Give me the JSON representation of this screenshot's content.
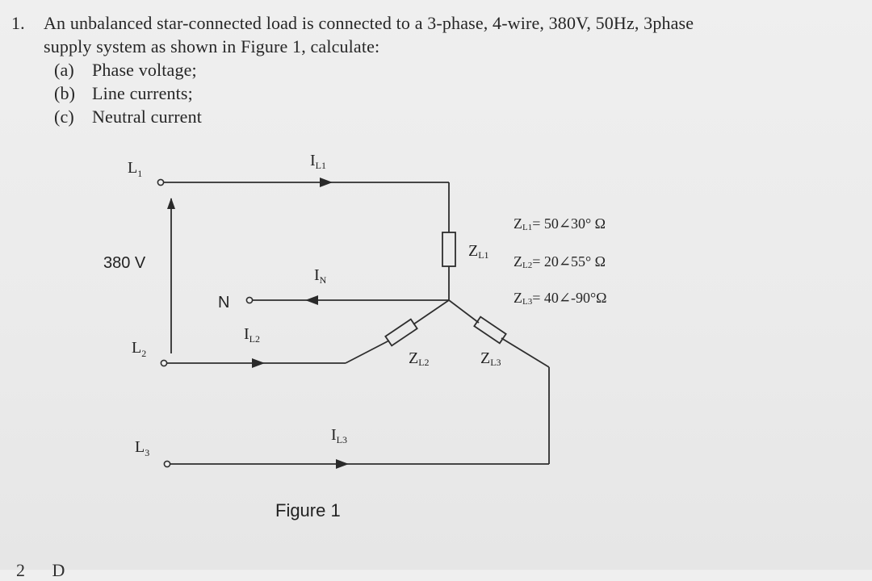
{
  "question": {
    "number": "1.",
    "line1": "An unbalanced star-connected load is connected to a 3-phase, 4-wire, 380V, 50Hz, 3phase",
    "line2": "supply system as shown in Figure 1, calculate:",
    "items": [
      {
        "letter": "(a)",
        "text": "Phase voltage;"
      },
      {
        "letter": "(b)",
        "text": "Line currents;"
      },
      {
        "letter": "(c)",
        "text": "Neutral current"
      }
    ]
  },
  "figure": {
    "terminals": {
      "l1": {
        "base": "L",
        "sub": "1"
      },
      "l2": {
        "base": "L",
        "sub": "2"
      },
      "l3": {
        "base": "L",
        "sub": "3"
      },
      "n": "N"
    },
    "voltage_label": "380 V",
    "currents": {
      "il1": {
        "base": "I",
        "sub": "L1"
      },
      "il2": {
        "base": "I",
        "sub": "L2"
      },
      "il3": {
        "base": "I",
        "sub": "L3"
      },
      "in": {
        "base": "I",
        "sub": "N"
      }
    },
    "impedances": {
      "zl1": {
        "base": "Z",
        "sub": "L1"
      },
      "zl2": {
        "base": "Z",
        "sub": "L2"
      },
      "zl3": {
        "base": "Z",
        "sub": "L3"
      }
    },
    "values": [
      {
        "base": "Z",
        "sub": "L1",
        "value": "= 50∠30° Ω"
      },
      {
        "base": "Z",
        "sub": "L2",
        "value": "= 20∠55° Ω"
      },
      {
        "base": "Z",
        "sub": "L3",
        "value": "= 40∠-90°Ω"
      }
    ],
    "caption": "Figure 1"
  },
  "next_question": {
    "number": "2",
    "text": "D"
  }
}
